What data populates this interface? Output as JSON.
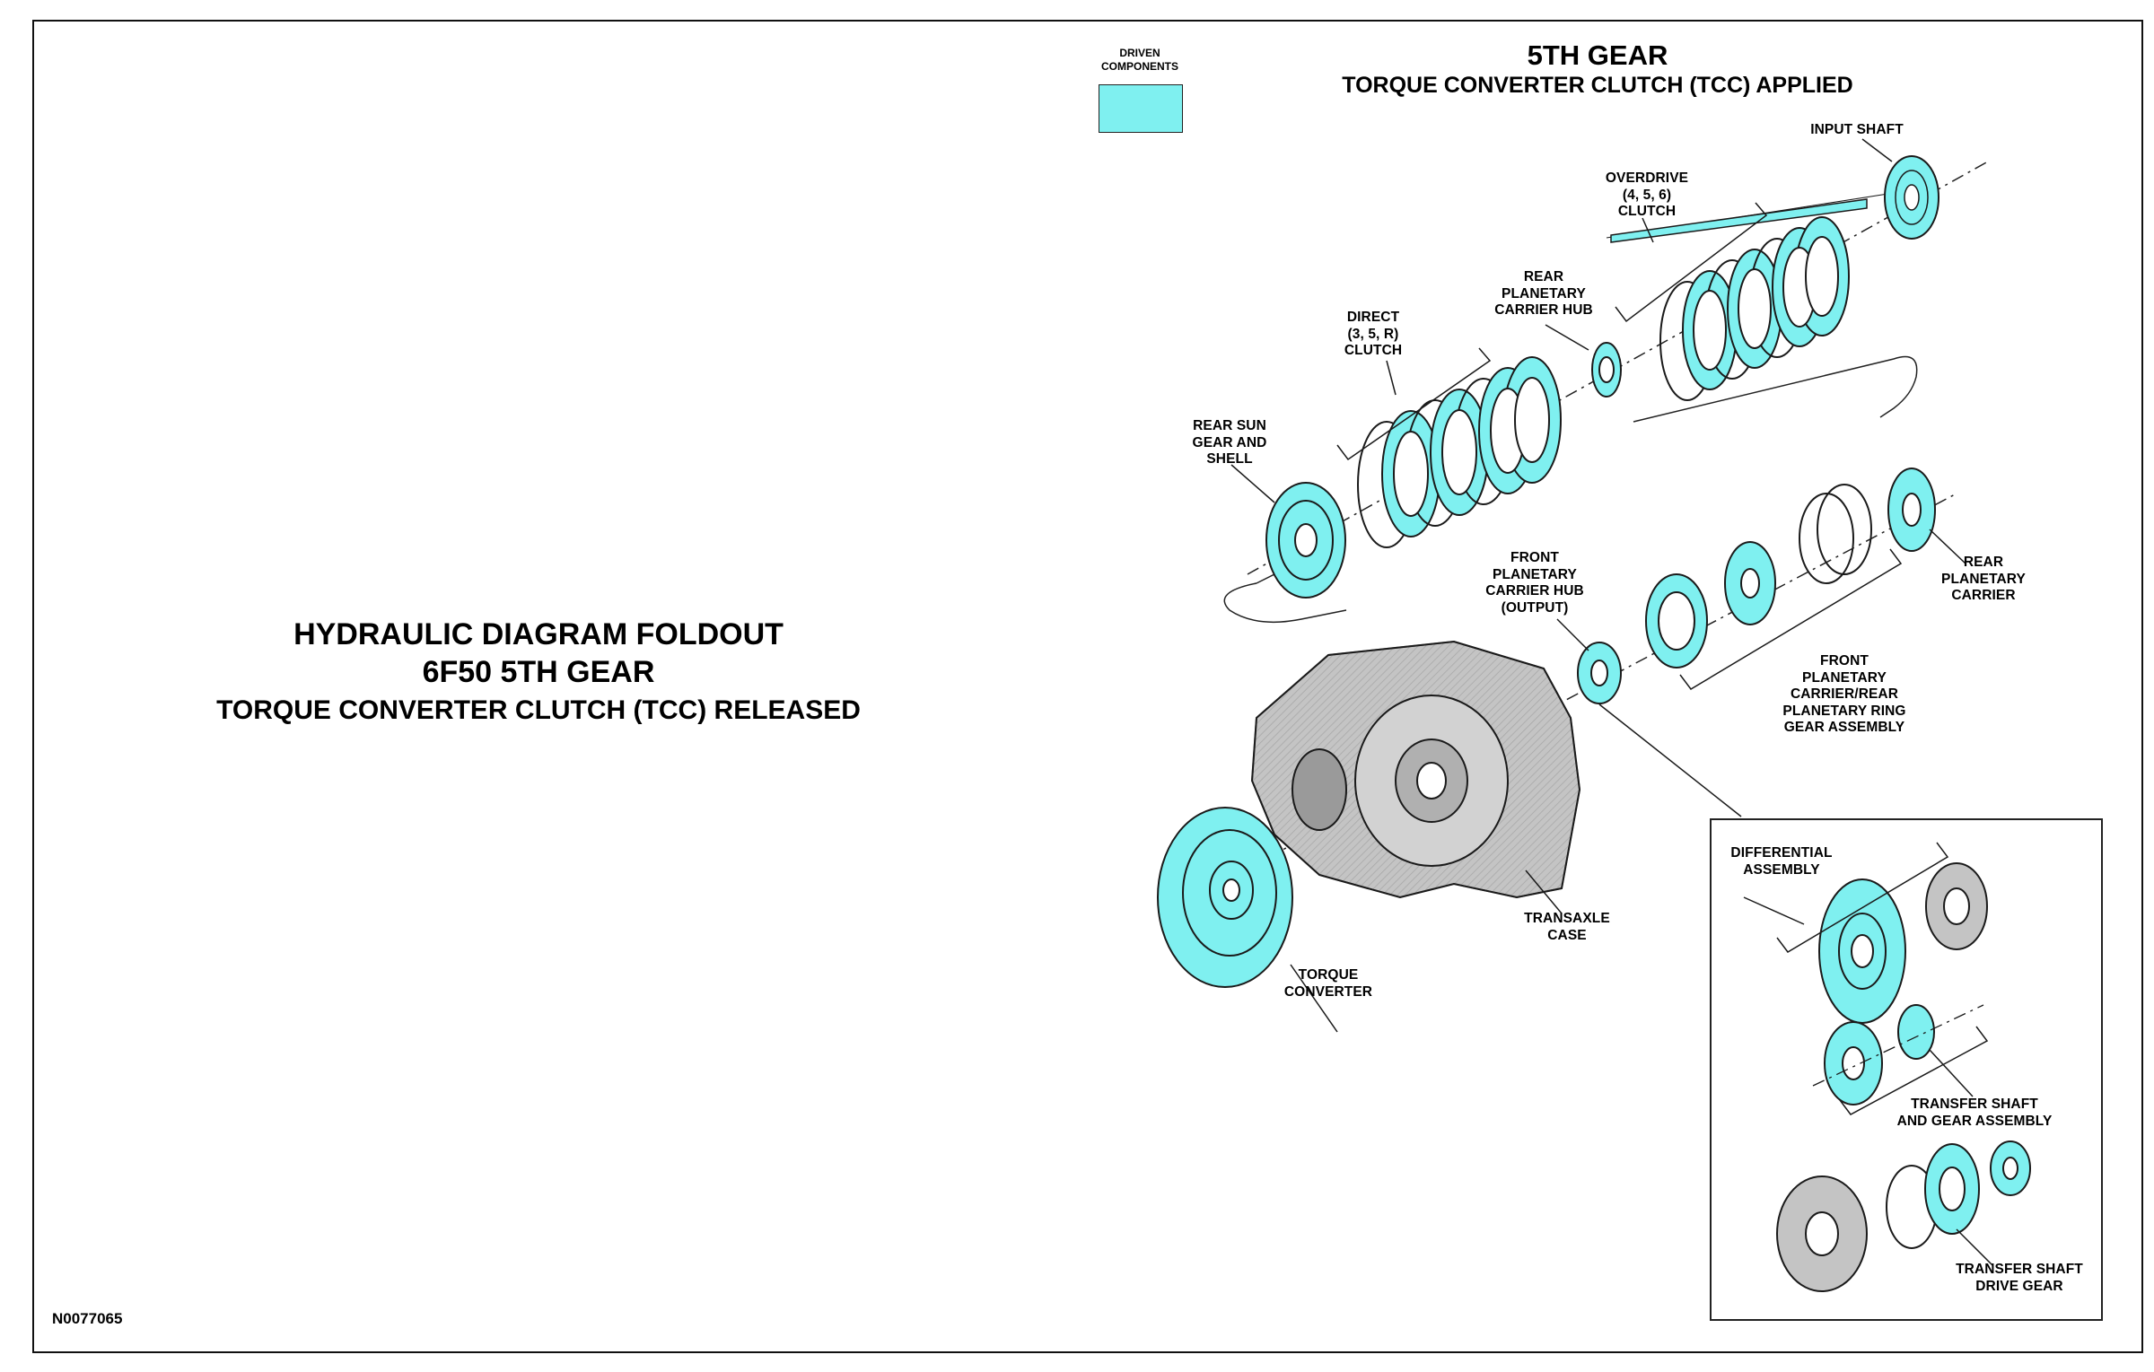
{
  "left_title": {
    "line1": "HYDRAULIC DIAGRAM FOLDOUT",
    "line2": "6F50 5TH GEAR",
    "line3": "TORQUE CONVERTER CLUTCH (TCC) RELEASED"
  },
  "right_title": {
    "line1": "5TH GEAR",
    "line2": "TORQUE CONVERTER CLUTCH (TCC) APPLIED"
  },
  "legend": {
    "label": "DRIVEN\nCOMPONENTS",
    "color": "#7ff0f0"
  },
  "components": {
    "input_shaft": "INPUT SHAFT",
    "overdrive_clutch": "OVERDRIVE\n(4, 5, 6)\nCLUTCH",
    "rear_planetary_carrier_hub": "REAR\nPLANETARY\nCARRIER HUB",
    "direct_clutch": "DIRECT\n(3, 5, R)\nCLUTCH",
    "rear_sun_gear": "REAR SUN\nGEAR AND\nSHELL",
    "rear_planetary_carrier": "REAR\nPLANETARY\nCARRIER",
    "front_planetary_carrier_hub": "FRONT\nPLANETARY\nCARRIER HUB\n(OUTPUT)",
    "front_planetary_assembly": "FRONT\nPLANETARY\nCARRIER/REAR\nPLANETARY RING\nGEAR ASSEMBLY",
    "transaxle_case": "TRANSAXLE\nCASE",
    "torque_converter": "TORQUE\nCONVERTER",
    "differential_assembly": "DIFFERENTIAL\nASSEMBLY",
    "transfer_shaft_gear_assembly": "TRANSFER SHAFT\nAND GEAR ASSEMBLY",
    "transfer_shaft_drive_gear": "TRANSFER SHAFT\nDRIVE GEAR"
  },
  "figure_code": "N0077065",
  "colors": {
    "driven": "#7ff0f0",
    "outline": "#1a1a1a",
    "case_gray": "#b8b8b8"
  }
}
